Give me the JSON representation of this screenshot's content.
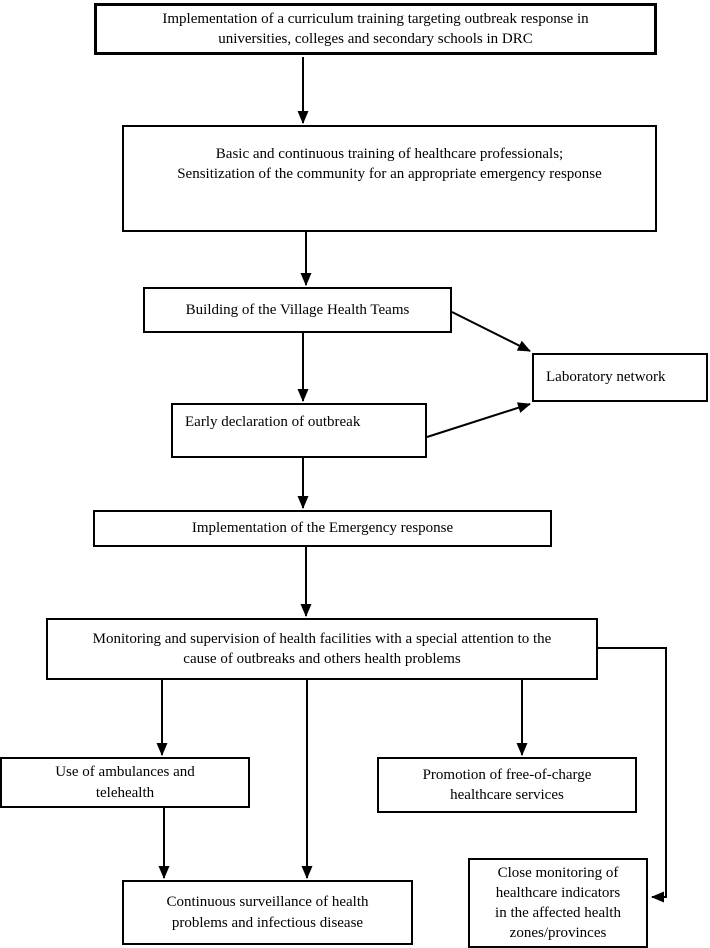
{
  "diagram": {
    "type": "flowchart",
    "colors": {
      "line": "#000000",
      "box_border": "#000000",
      "box_background": "#ffffff",
      "background": "#ffffff"
    },
    "nodes": {
      "curriculum": {
        "label": "Implementation of a curriculum training targeting outbreak response in\nuniversities, colleges and secondary schools in DRC"
      },
      "training": {
        "label": "Basic and continuous training of healthcare professionals;\nSensitization of the community for an appropriate emergency response"
      },
      "village_teams": {
        "label": "Building of the Village Health Teams"
      },
      "lab_network": {
        "label": "Laboratory network"
      },
      "early_declaration": {
        "label": "Early declaration of outbreak"
      },
      "emergency_response": {
        "label": "Implementation of the Emergency response"
      },
      "monitoring": {
        "label": "Monitoring and supervision of health facilities with a special attention to the\ncause of outbreaks and others health problems"
      },
      "ambulances": {
        "label": "Use of ambulances and\ntelehealth"
      },
      "promotion": {
        "label": "Promotion of free-of-charge\nhealthcare services"
      },
      "surveillance": {
        "label": "Continuous surveillance of health\nproblems and infectious disease"
      },
      "close_monitoring": {
        "label": "Close monitoring of\nhealthcare indicators\nin the affected health\nzones/provinces"
      }
    },
    "edges": [
      {
        "from": "curriculum",
        "to": "training"
      },
      {
        "from": "training",
        "to": "village_teams"
      },
      {
        "from": "village_teams",
        "to": "early_declaration"
      },
      {
        "from": "village_teams",
        "to": "lab_network"
      },
      {
        "from": "early_declaration",
        "to": "lab_network"
      },
      {
        "from": "early_declaration",
        "to": "emergency_response"
      },
      {
        "from": "emergency_response",
        "to": "monitoring"
      },
      {
        "from": "monitoring",
        "to": "ambulances"
      },
      {
        "from": "monitoring",
        "to": "surveillance"
      },
      {
        "from": "monitoring",
        "to": "promotion"
      },
      {
        "from": "monitoring",
        "to": "close_monitoring"
      },
      {
        "from": "ambulances",
        "to": "surveillance"
      }
    ]
  }
}
